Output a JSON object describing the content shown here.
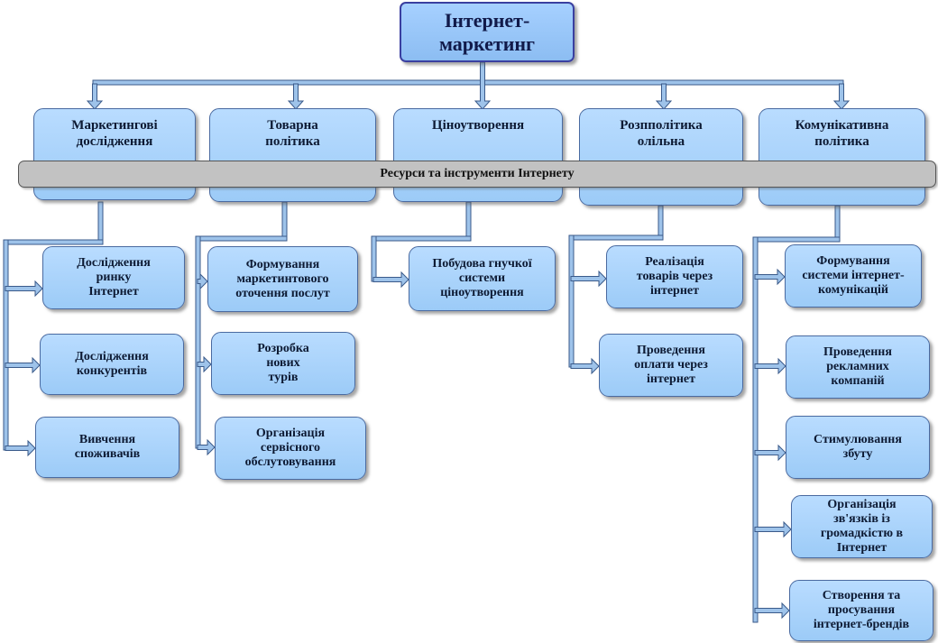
{
  "root": {
    "label": "Інтернет-\nмаркетинг"
  },
  "resources_bar": {
    "label": "Ресурси та інструменти Інтернету"
  },
  "categories": [
    {
      "label": "Маркетингові\nдослідження",
      "items": [
        "Дослідження\nринку\nІнтернет",
        "Дослідження\nконкурентів",
        "Вивчення\nспоживачів"
      ]
    },
    {
      "label": "Товарна\nполітика",
      "items": [
        "Формування\nмаркетинтового\nоточення послут",
        "Розробка\nнових\nтурів",
        "Організація\nсервісного\nобслутовування"
      ]
    },
    {
      "label": "Ціноутворення",
      "items": [
        "Побудова гнучкої\nсистеми\nціноутворення"
      ]
    },
    {
      "label": "Розпполітика\nолільна",
      "items": [
        "Реалізація\nтоварів через\nінтернет",
        "Проведення\nоплати через\nінтернет"
      ]
    },
    {
      "label": "Комунікативна\nполітика",
      "items": [
        "Формування\nсистеми інтернет-\nкомунікацій",
        "Проведення\nрекламних\nкомпаній",
        "Стимулювання\nзбуту",
        "Організація\nзв'язків із\nгромадкістю в\nІнтернет",
        "Створення та\nпросування\nінтернет-брендів"
      ]
    }
  ],
  "colors": {
    "box_fill": "#a9d3ff",
    "box_border": "#4a6aa0",
    "root_border": "#3a3fa0",
    "connector": "#9ec3ea",
    "connector_outline": "#3a5a8a",
    "resources_bar_fill": "#c2c2c2"
  }
}
